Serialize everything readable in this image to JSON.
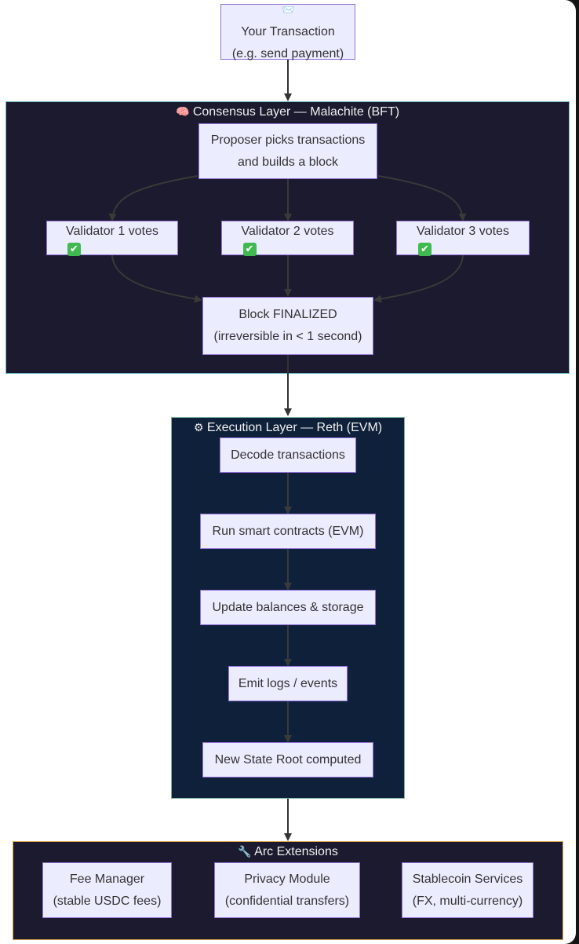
{
  "nodes": {
    "tx": {
      "icon": "📨",
      "line1": "Your Transaction",
      "line2": "(e.g. send payment)"
    },
    "proposer": {
      "line1": "Proposer picks transactions",
      "line2": "and builds a block"
    },
    "v1": {
      "label": "Validator 1 votes",
      "check": "✔"
    },
    "v2": {
      "label": "Validator 2 votes",
      "check": "✔"
    },
    "v3": {
      "label": "Validator 3 votes",
      "check": "✔"
    },
    "finalized": {
      "line1": "Block FINALIZED",
      "line2": "(irreversible in < 1 second)"
    },
    "decode": {
      "label": "Decode transactions"
    },
    "run": {
      "label": "Run smart contracts (EVM)"
    },
    "update": {
      "label": "Update balances & storage"
    },
    "emit": {
      "label": "Emit logs / events"
    },
    "stateroot": {
      "label": "New State Root computed"
    },
    "fee": {
      "line1": "Fee Manager",
      "line2": "(stable USDC fees)"
    },
    "privacy": {
      "line1": "Privacy Module",
      "line2": "(confidential transfers)"
    },
    "stablecoin": {
      "line1": "Stablecoin Services",
      "line2": "(FX, multi-currency)"
    }
  },
  "clusters": {
    "consensus": {
      "icon": "🧠",
      "title": "Consensus Layer — Malachite (BFT)"
    },
    "execution": {
      "icon": "⚙",
      "title": "Execution Layer — Reth (EVM)"
    },
    "arc": {
      "icon": "🔧",
      "title": "Arc Extensions"
    }
  },
  "colors": {
    "node_fill": "#ececff",
    "node_border": "#9370db",
    "consensus_bg": "#1b1a2e",
    "execution_bg": "#0f213a",
    "arc_border": "#e0a64a",
    "edge": "#333333"
  }
}
